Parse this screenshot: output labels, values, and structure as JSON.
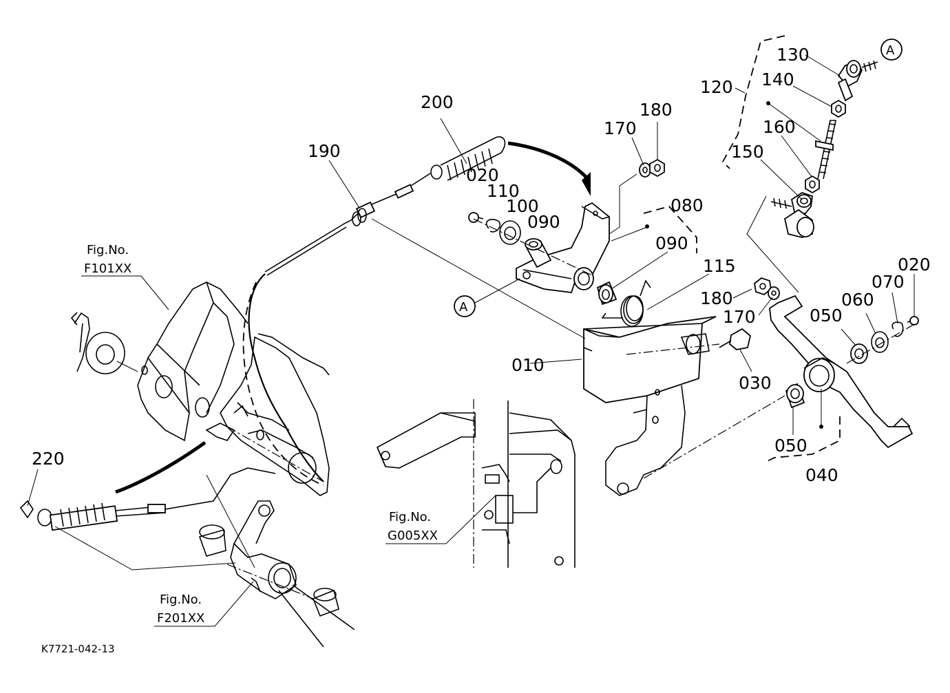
{
  "part_numbers": {
    "p010": "010",
    "p020a": "020",
    "p020b": "020",
    "p030": "030",
    "p040": "040",
    "p050a": "050",
    "p050b": "050",
    "p060": "060",
    "p070": "070",
    "p080": "080",
    "p090a": "090",
    "p090b": "090",
    "p100": "100",
    "p110": "110",
    "p115": "115",
    "p120": "120",
    "p130": "130",
    "p140": "140",
    "p150": "150",
    "p160": "160",
    "p170a": "170",
    "p170b": "170",
    "p180a": "180",
    "p180b": "180",
    "p190": "190",
    "p200": "200",
    "p220": "220"
  },
  "callouts": {
    "a1": "A",
    "a2": "A"
  },
  "figure_refs": {
    "f101_label": "Fig.No.",
    "f101_code": "F101XX",
    "f201_label": "Fig.No.",
    "f201_code": "F201XX",
    "g005_label": "Fig.No.",
    "g005_code": "G005XX"
  },
  "drawing_code": "K7721-042-13"
}
